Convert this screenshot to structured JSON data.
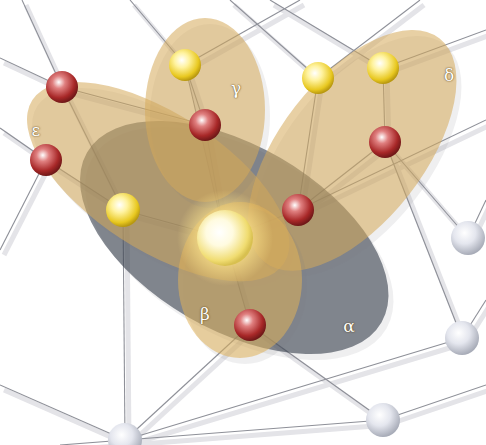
{
  "diagram": {
    "nodes": [
      {
        "text": [
          "γ"
        ]
      },
      {
        "text": [
          "δ"
        ]
      },
      {
        "text": [
          "ε"
        ]
      },
      {
        "text": [
          "β"
        ]
      },
      {
        "text": [
          "α"
        ]
      }
    ]
  }
}
